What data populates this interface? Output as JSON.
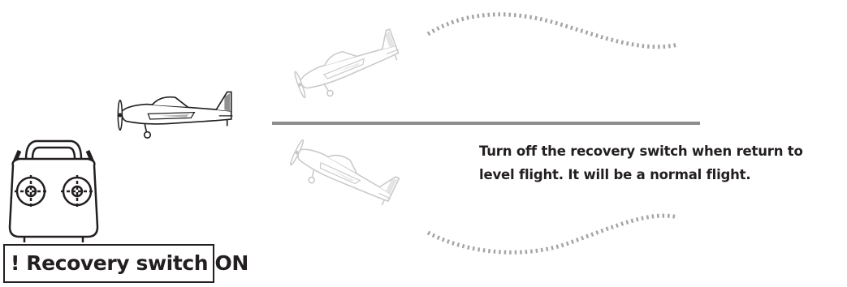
{
  "caption": {
    "line1": "Turn off the recovery switch when return to",
    "line2": "level flight. It will be a normal flight."
  },
  "switch_label": "! Recovery switch ON",
  "colors": {
    "ink": "#231f20",
    "ghost": "#c9c9c9",
    "level_line": "#8c8c8c",
    "trail": "#a5a5a5"
  }
}
